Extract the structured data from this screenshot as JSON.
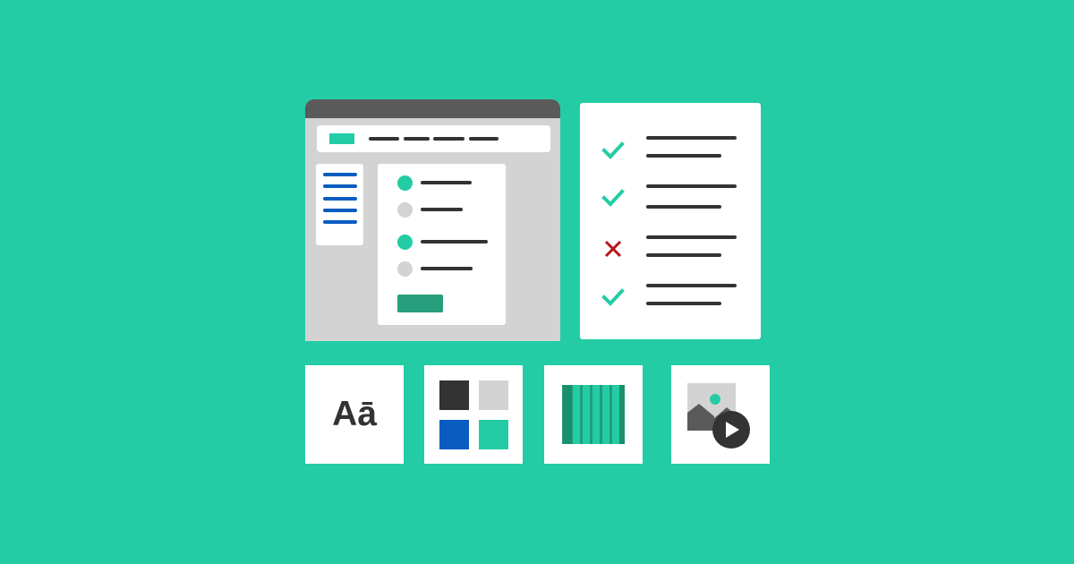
{
  "colors": {
    "background": "#23cca4",
    "accent": "#23cca4",
    "accent_dark": "#279f7c",
    "dark": "#333333",
    "light_gray": "#d3d3d3",
    "blue": "#0a5cc0",
    "error_red": "#b5121b"
  },
  "checklist": {
    "items": [
      {
        "status": "check-icon"
      },
      {
        "status": "check-icon"
      },
      {
        "status": "x-icon"
      },
      {
        "status": "check-icon"
      }
    ]
  },
  "tiles": {
    "typography": {
      "sample_text": "Aā",
      "icon": "typography-icon"
    },
    "color_palette": {
      "icon": "color-palette-icon",
      "swatches": [
        "#333333",
        "#d3d3d3",
        "#0a5cc0",
        "#23cca4"
      ]
    },
    "layout_grid": {
      "icon": "layout-grid-icon"
    },
    "media": {
      "icon": "image-video-icon"
    }
  },
  "illustration": {
    "browser_icon": "browser-window-icon",
    "form_radio_states": [
      "selected",
      "unselected",
      "selected",
      "unselected"
    ]
  }
}
